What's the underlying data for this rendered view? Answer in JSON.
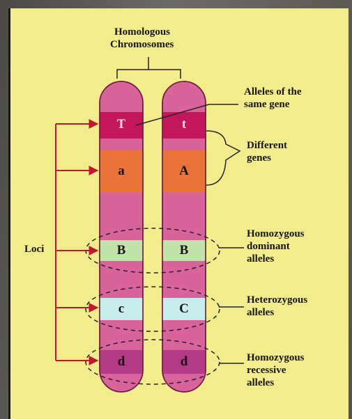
{
  "title_line1": "Homologous",
  "title_line2": "Chromosomes",
  "labels": {
    "alleles_same_gene_1": "Alleles of the",
    "alleles_same_gene_2": "same gene",
    "different_genes_1": "Different",
    "different_genes_2": "genes",
    "homozygous_dominant_1": "Homozygous",
    "homozygous_dominant_2": "dominant",
    "homozygous_dominant_3": "alleles",
    "heterozygous_1": "Heterozygous",
    "heterozygous_2": "alleles",
    "homozygous_recessive_1": "Homozygous",
    "homozygous_recessive_2": "recessive",
    "homozygous_recessive_3": "alleles",
    "loci": "Loci"
  },
  "left_chromosome": [
    "T",
    "a",
    "B",
    "c",
    "d"
  ],
  "right_chromosome": [
    "t",
    "A",
    "B",
    "C",
    "d"
  ],
  "colors": {
    "panel": "#f3ec8c",
    "chromosome": "#d9639b",
    "band_T": "#c2185b",
    "band_a": "#e8743b",
    "band_B": "#bfe3a8",
    "band_c": "#c8ecec",
    "band_d": "#b43a86",
    "arrow": "#c0192f"
  }
}
